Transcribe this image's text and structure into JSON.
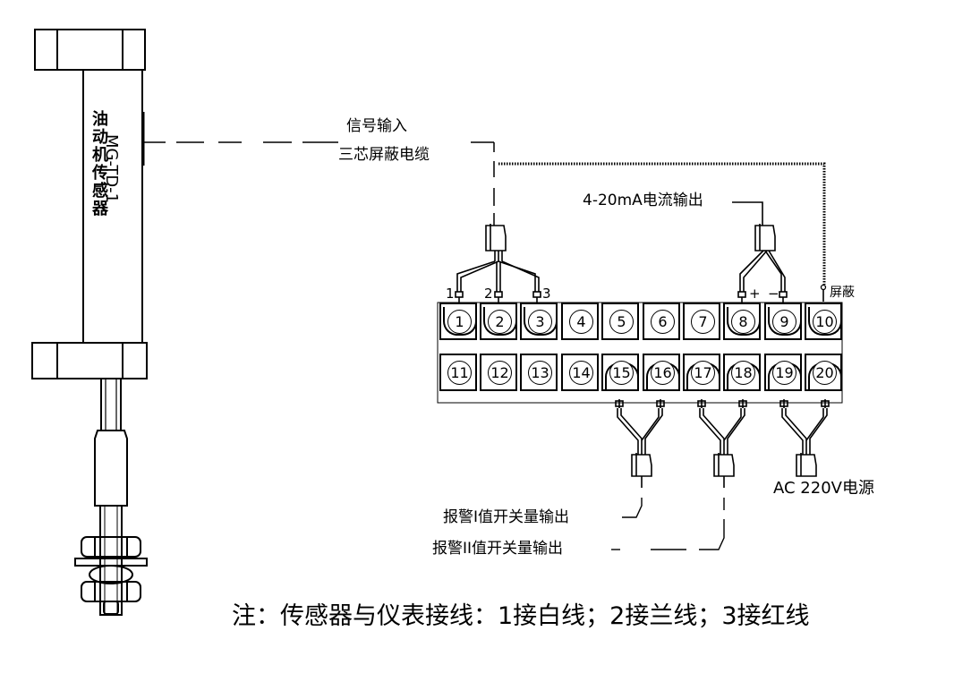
{
  "sensor": {
    "model": "MG-TD-1",
    "name": "油动机传感器"
  },
  "cable_label": {
    "line1": "信号输入",
    "line2": "三芯屏蔽电缆"
  },
  "current_output_label": "4-20mA电流输出",
  "shield_label": "屏蔽",
  "wire_labels": [
    "1",
    "2",
    "3",
    "+",
    "−"
  ],
  "terminals": {
    "top_row": [
      "1",
      "2",
      "3",
      "4",
      "5",
      "6",
      "7",
      "8",
      "9",
      "10"
    ],
    "bottom_row": [
      "11",
      "12",
      "13",
      "14",
      "15",
      "16",
      "17",
      "18",
      "19",
      "20"
    ],
    "wired_top": [
      "1",
      "2",
      "3",
      "8",
      "9",
      "10"
    ],
    "wired_bottom": [
      "15",
      "16",
      "17",
      "18",
      "19",
      "20"
    ]
  },
  "power_label": "AC 220V电源",
  "alarm1_label": "报警I值开关量输出",
  "alarm2_label": "报警II值开关量输出",
  "note": "注：传感器与仪表接线：1接白线；2接兰线；3接红线"
}
